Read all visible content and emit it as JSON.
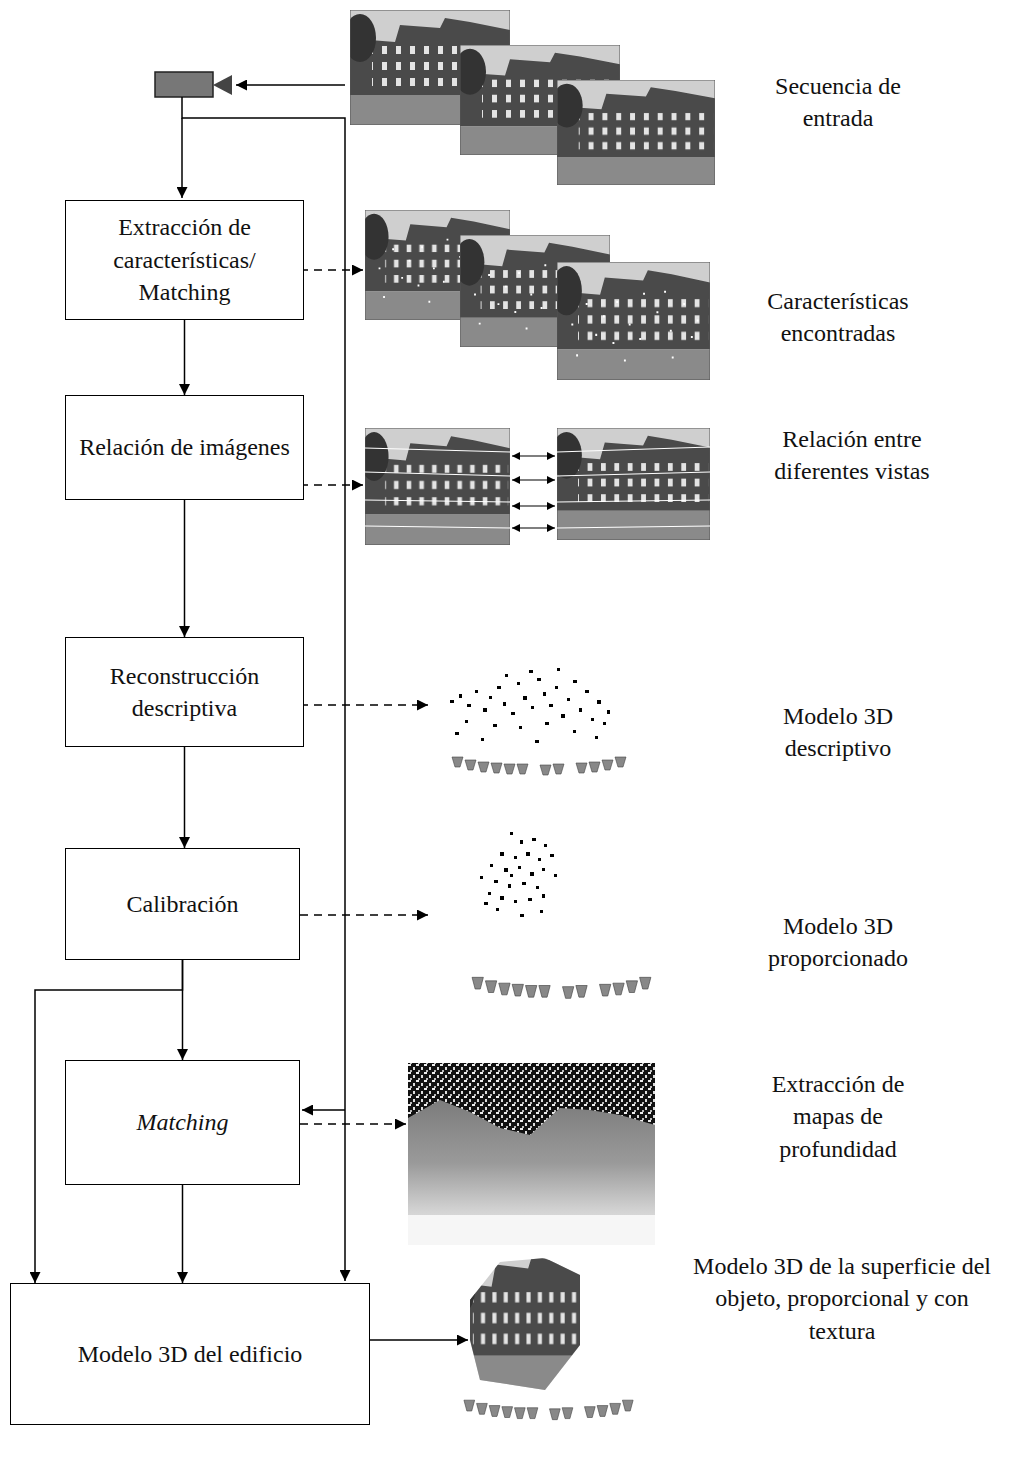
{
  "diagram": {
    "nodes": [
      {
        "text": [
          "Extracción de características/ Matching"
        ]
      },
      {
        "text": [
          "Relación de imágenes"
        ]
      },
      {
        "text": [
          "Reconstrucción descriptiva"
        ]
      },
      {
        "text": [
          "Calibración"
        ]
      },
      {
        "text": [
          "Matching"
        ]
      },
      {
        "text": [
          "Modelo 3D del edificio"
        ]
      }
    ],
    "edges": [
      {
        "from": 0,
        "to": 1,
        "arrow": "to"
      },
      {
        "from": 1,
        "to": 2,
        "arrow": "to"
      },
      {
        "from": 2,
        "to": 3,
        "arrow": "to"
      },
      {
        "from": 3,
        "to": 4,
        "arrow": "to"
      },
      {
        "from": 3,
        "to": 5,
        "arrow": "to"
      },
      {
        "from": 4,
        "to": 5,
        "arrow": "to"
      }
    ],
    "labels": [
      "Secuencia de entrada",
      "Características encontradas",
      "Relación entre diferentes vistas",
      "Modelo 3D descriptivo",
      "Modelo 3D proporcionado",
      "Extracción de mapas de profundidad",
      "Modelo 3D de la superficie del objeto, proporcional y con textura"
    ]
  }
}
